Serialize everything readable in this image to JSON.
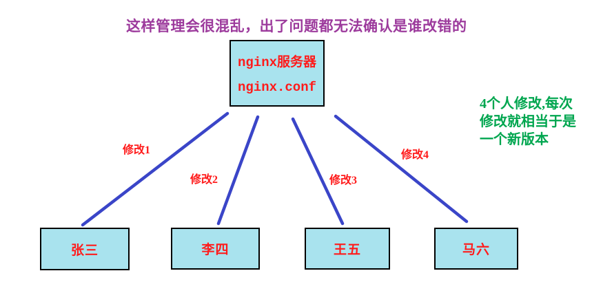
{
  "title": "这样管理会很混乱，出了问题都无法确认是谁改错的",
  "server_box": {
    "name_label": "nginx服务器",
    "file_label": "nginx.conf"
  },
  "users": [
    {
      "name": "张三"
    },
    {
      "name": "李四"
    },
    {
      "name": "王五"
    },
    {
      "name": "马六"
    }
  ],
  "edges": [
    {
      "label": "修改1"
    },
    {
      "label": "修改2"
    },
    {
      "label": "修改3"
    },
    {
      "label": "修改4"
    }
  ],
  "note": {
    "lines": [
      "4个人修改,每次",
      "修改就相当于是",
      "一个新版本"
    ]
  },
  "colors": {
    "title_text": "#9c3a9c",
    "box_fill": "#a9e3ee",
    "box_border": "#000000",
    "red_text": "#ff1b1b",
    "edge_line": "#3a45c8",
    "note_text": "#00a64f",
    "background": "#ffffff"
  }
}
